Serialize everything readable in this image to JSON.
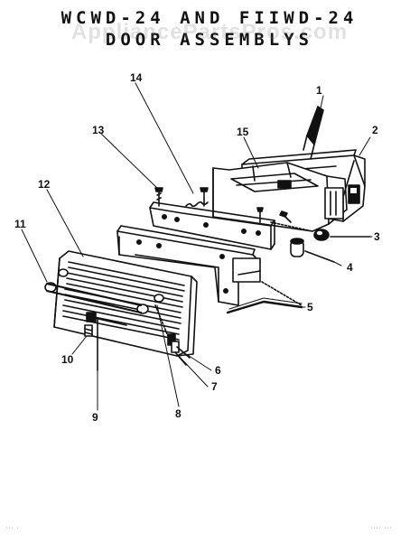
{
  "diagram": {
    "title_line1": "WCWD-24 AND FIIWD-24",
    "title_line2": "DOOR ASSEMBLYS",
    "watermark": "AppliancePartsPros.com",
    "callouts": [
      "1",
      "2",
      "3",
      "4",
      "5",
      "6",
      "7",
      "8",
      "9",
      "10",
      "11",
      "12",
      "13",
      "14",
      "15"
    ],
    "footer_left": "··· ·",
    "footer_right": "···· ···"
  }
}
